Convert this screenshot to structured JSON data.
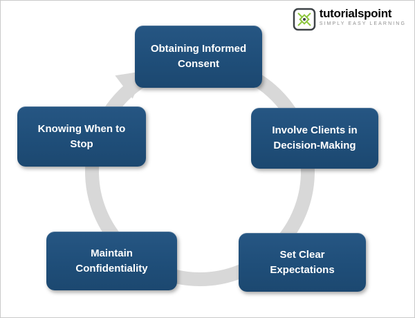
{
  "colors": {
    "node_fill": "#1F4E79",
    "node_text": "#FFFFFF",
    "ring": "#D8D8D8",
    "logo_green": "#8DC63F",
    "logo_dark": "#3E4347"
  },
  "logo": {
    "brand": "tutorialspoint",
    "tagline": "SIMPLY EASY LEARNING"
  },
  "cycle": {
    "type": "cycle-diagram",
    "direction": "clockwise",
    "nodes": [
      {
        "label": "Obtaining Informed Consent"
      },
      {
        "label": "Involve Clients in Decision-Making"
      },
      {
        "label": "Set Clear Expectations"
      },
      {
        "label": "Maintain Confidentiality"
      },
      {
        "label": "Knowing When to Stop"
      }
    ]
  }
}
